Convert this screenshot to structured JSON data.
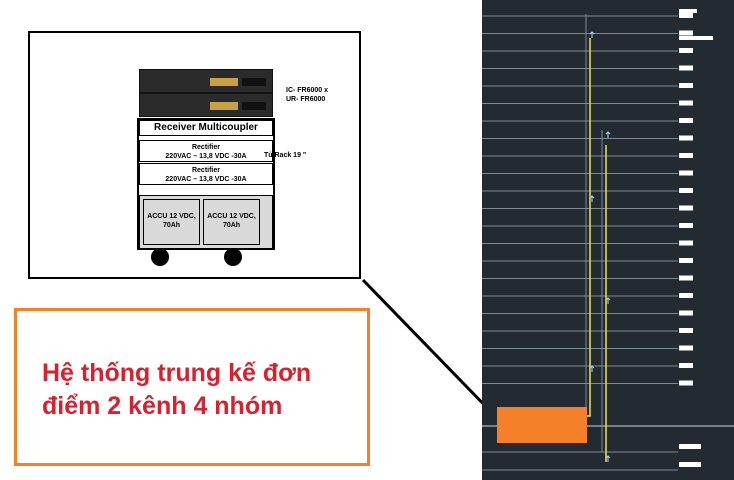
{
  "rack": {
    "radio_model_label": [
      "IC- FR6000 x",
      "UR- FR6000"
    ],
    "receiver_multicoupler": "Receiver Multicoupler",
    "rectifier_title": "Rectifier",
    "rectifier_spec": "220VAC – 13,8 VDC -30A",
    "rack_label": "Tủ Rack 19 \"",
    "battery_label": [
      "ACCU 12 VDC,",
      "70Ah"
    ]
  },
  "callout": {
    "lines": [
      "Hệ thống trung kế đơn",
      "điểm 2 kênh 4 nhóm"
    ]
  },
  "colors": {
    "callout_border": "#f5802a",
    "callout_text": "#d9202e",
    "orange_block": "#f5802a",
    "diagram_background": "#232a31",
    "signal_line": "#f0e442"
  }
}
